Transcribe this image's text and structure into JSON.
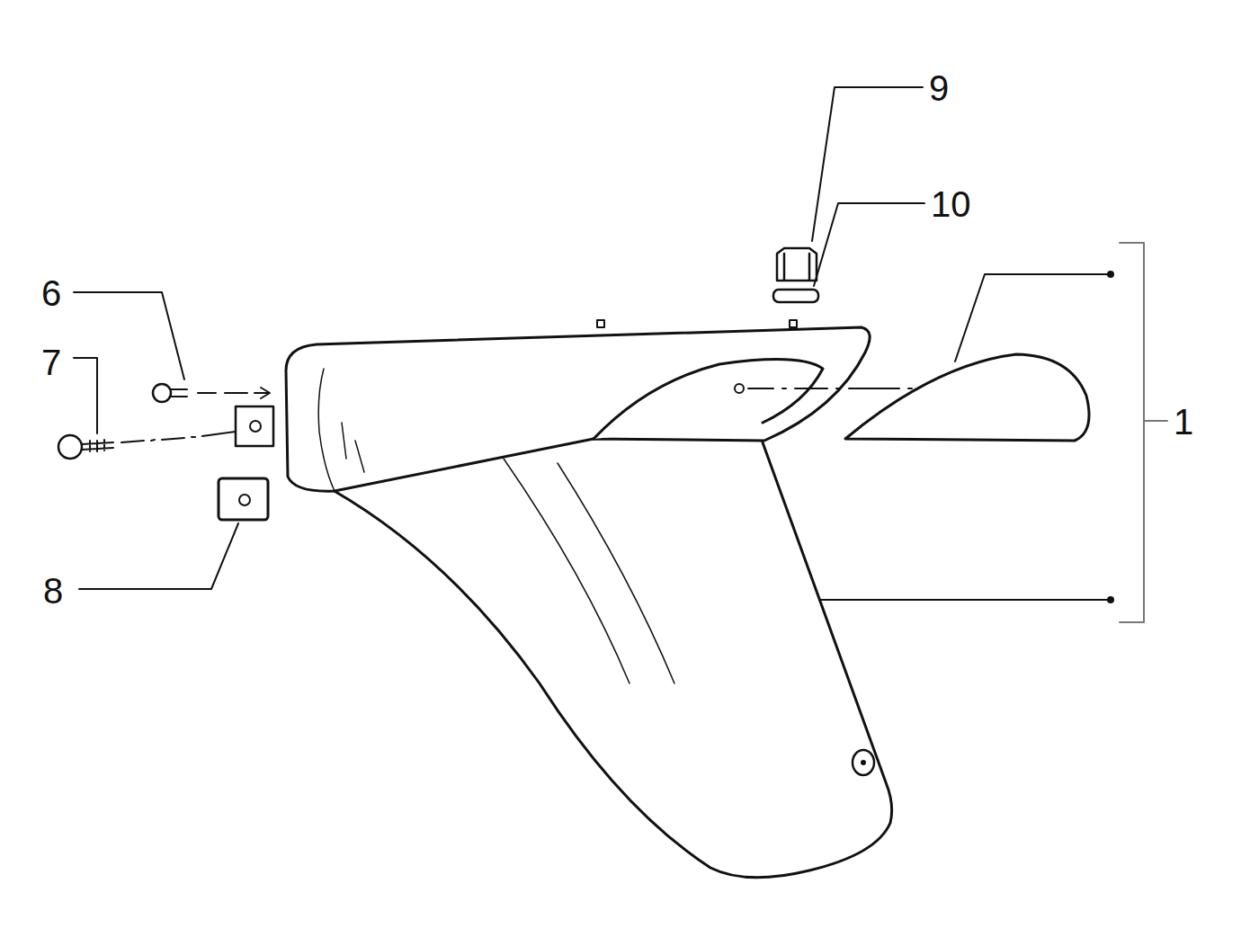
{
  "diagram": {
    "labels": [
      "9",
      "10",
      "6",
      "7",
      "1",
      "8"
    ]
  }
}
